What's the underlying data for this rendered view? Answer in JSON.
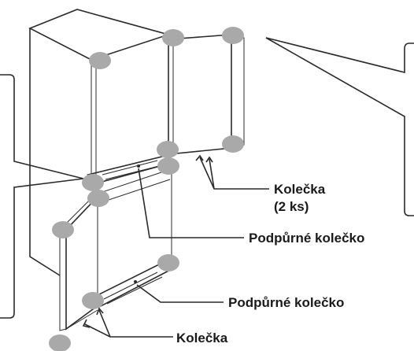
{
  "labels": {
    "wheels_top": "Kolečka",
    "wheels_top_count": "(2 ks)",
    "support_wheel_upper": "Podpůrné kolečko",
    "support_wheel_lower": "Podpůrné kolečko",
    "wheels_bottom": "Kolečka"
  },
  "colors": {
    "line": "#2a2a2a",
    "hinge_marker": "#a9a9a9",
    "background": "#ffffff"
  }
}
